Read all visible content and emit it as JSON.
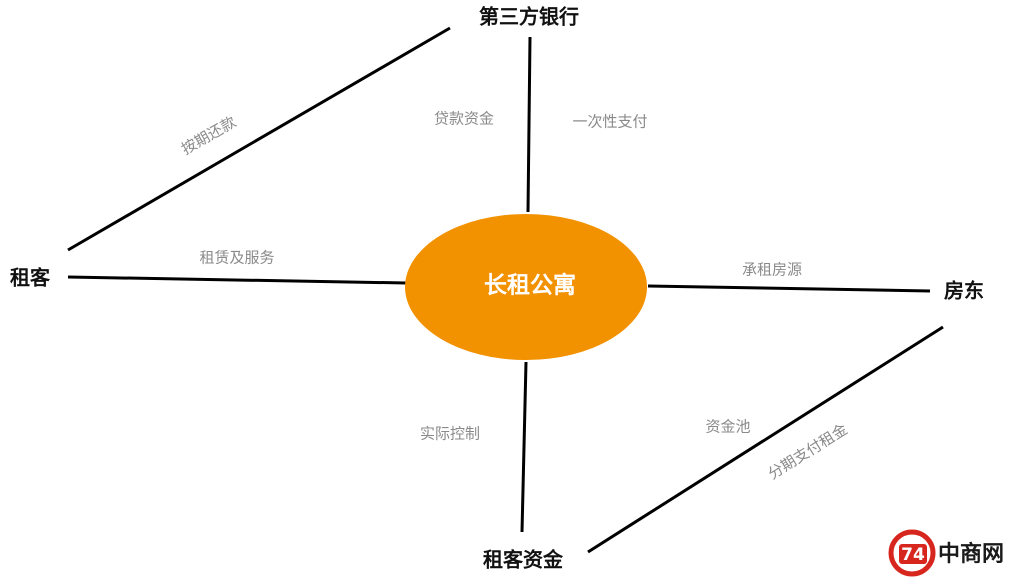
{
  "diagram": {
    "center": {
      "label": "长租公寓",
      "fill": "#F39200"
    },
    "nodes": {
      "bank": {
        "label": "第三方银行"
      },
      "tenant": {
        "label": "租客"
      },
      "landlord": {
        "label": "房东"
      },
      "tenant_funds": {
        "label": "租客资金"
      }
    },
    "edge_labels": {
      "repay_installments": "按期还款",
      "loan_funds": "贷款资金",
      "lump_sum_payment": "一次性支付",
      "leasing_services": "租赁及服务",
      "lease_housing": "承租房源",
      "actual_control": "实际控制",
      "fund_pool": "资金池",
      "installment_rent": "分期支付租金"
    },
    "line_color": "#000000"
  },
  "logo": {
    "mark_text": "74",
    "name": "中商网",
    "color": "#D7261E"
  }
}
